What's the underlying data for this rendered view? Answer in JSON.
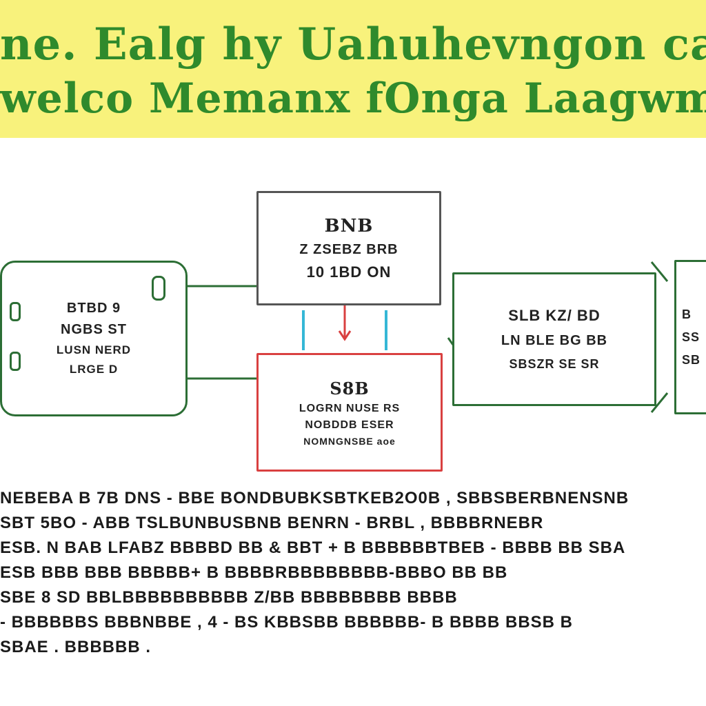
{
  "banner": {
    "line1": "ne. Ealg hy Uahuhevngon cand Ches",
    "line2": "welco Memanx fOnga Laagwme Beas",
    "bg": "#f8f27c",
    "text_color": "#2f8a2c"
  },
  "boxes": {
    "left": {
      "lines": [
        "BTBD 9",
        "NGBS ST",
        "LUSN NERD",
        "LRGE D"
      ]
    },
    "top": {
      "lines": [
        "BNB",
        "Z ZSEBZ BRB",
        "10 1BD ON"
      ]
    },
    "bottom": {
      "lines": [
        "S8B",
        "LOGRN NUSE RS",
        "NOBDDB ESER",
        "NOMNGNSBE aoe"
      ]
    },
    "right": {
      "lines": [
        "SLB KZ/ BD",
        "LN BLE BG BB",
        "SBSZR SE SR"
      ]
    },
    "far_right": {
      "lines": [
        "B",
        "SS",
        "SB"
      ]
    }
  },
  "colors": {
    "green": "#2c6e35",
    "red": "#d94040",
    "gray": "#555555",
    "cyan": "#35b7d6"
  },
  "body_rows": [
    "NEBEBA B 7B DNS - BBE BONDBUBKSBTKEB2O0B , SBBSBERBNENSNB",
    "SBT 5BO - ABB TSLBUNBUSBNB BENRN - BRBL , BBBBRNEBR",
    "ESB. N BAB LFABZ BBBBD BB & BBT + B BBBBBBTBEB - BBBB BB SBA",
    "ESB BBB BBB BBBBB+ B BBBBRBBBBBBBB-BBBO BB BB",
    "SBE 8 SD BBLBBBBBBBBBB Z/BB BBBBBBBB BBBB",
    "- BBBBBBS BBBNBBE , 4 - BS KBBSBB BBBBBB- B BBBB BBSB B",
    "SBAE . BBBBBB ."
  ]
}
